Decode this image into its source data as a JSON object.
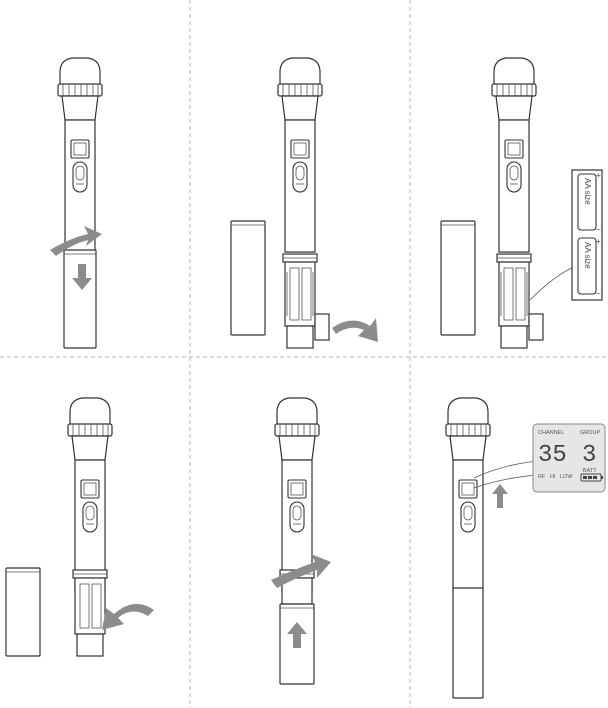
{
  "battery": {
    "top_label": "AA size",
    "bottom_label": "AA size",
    "plus_sign": "+",
    "minus_sign": "−"
  },
  "lcd": {
    "channel_label": "CHANNEL",
    "group_label": "GROUP",
    "channel_value": "35",
    "group_value": "3",
    "rf_label": "RF",
    "hi_label": "HI",
    "low_label": "LOW",
    "batt_label": "BATT"
  },
  "colors": {
    "outline": "#333333",
    "arrow": "#8c8c8c",
    "divider": "#b5b5b5",
    "lcd_fill": "#e6e6e6"
  },
  "steps": [
    {
      "step": 1,
      "action": "unscrew-cover"
    },
    {
      "step": 2,
      "action": "remove-cover"
    },
    {
      "step": 3,
      "action": "insert-batteries"
    },
    {
      "step": 4,
      "action": "close-compartment"
    },
    {
      "step": 5,
      "action": "reattach-cover"
    },
    {
      "step": 6,
      "action": "power-on"
    }
  ]
}
